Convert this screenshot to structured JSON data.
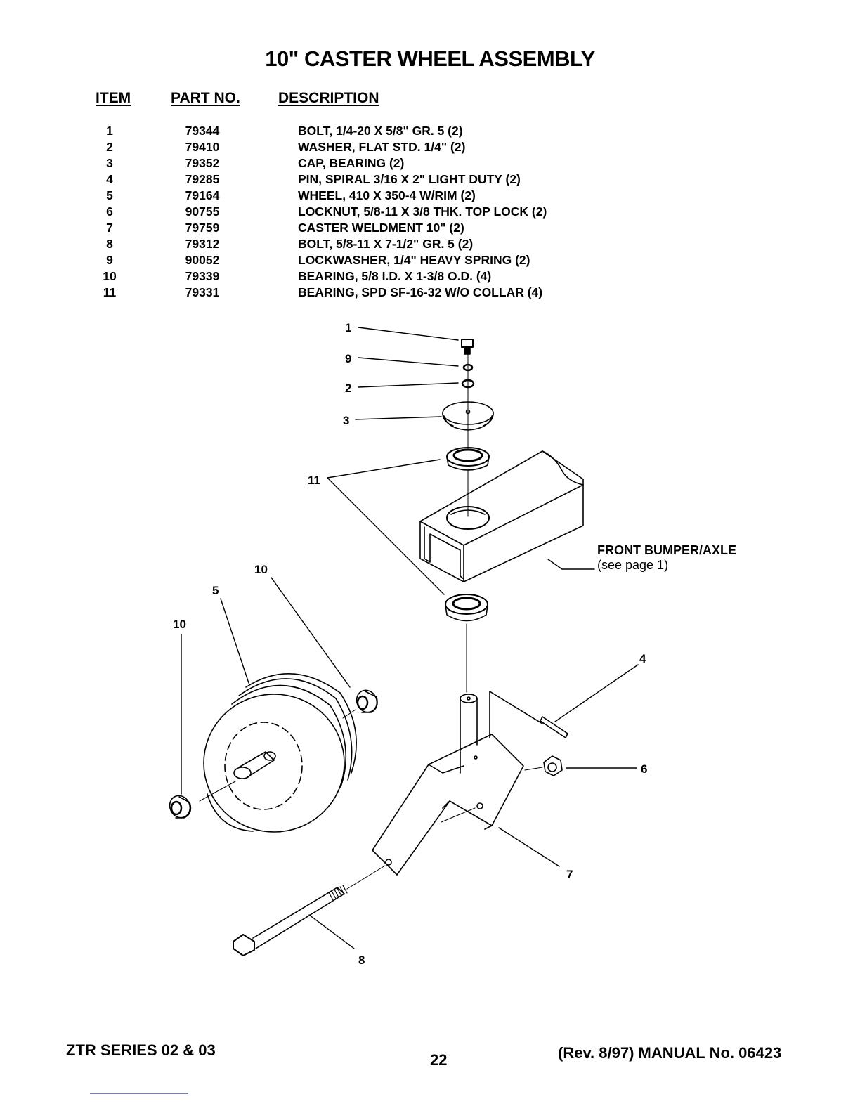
{
  "title": "10\" CASTER WHEEL ASSEMBLY",
  "headers": {
    "item": "ITEM",
    "part_no": "PART NO.",
    "description": "DESCRIPTION"
  },
  "parts": [
    {
      "item": "1",
      "part": "79344",
      "desc": "BOLT, 1/4-20 X 5/8\" GR. 5  (2)"
    },
    {
      "item": "2",
      "part": "79410",
      "desc": "WASHER, FLAT STD. 1/4\"  (2)"
    },
    {
      "item": "3",
      "part": "79352",
      "desc": "CAP, BEARING  (2)"
    },
    {
      "item": "4",
      "part": "79285",
      "desc": "PIN, SPIRAL 3/16 X 2\" LIGHT DUTY  (2)"
    },
    {
      "item": "5",
      "part": "79164",
      "desc": "WHEEL, 410 X 350-4 W/RIM  (2)"
    },
    {
      "item": "6",
      "part": "90755",
      "desc": "LOCKNUT, 5/8-11 X 3/8 THK. TOP LOCK  (2)"
    },
    {
      "item": "7",
      "part": "79759",
      "desc": "CASTER WELDMENT 10\"  (2)"
    },
    {
      "item": "8",
      "part": "79312",
      "desc": "BOLT, 5/8-11 X 7-1/2\" GR. 5  (2)"
    },
    {
      "item": "9",
      "part": "90052",
      "desc": "LOCKWASHER, 1/4\" HEAVY SPRING  (2)"
    },
    {
      "item": "10",
      "part": "79339",
      "desc": "BEARING, 5/8 I.D. X 1-3/8 O.D.  (4)"
    },
    {
      "item": "11",
      "part": "79331",
      "desc": "BEARING, SPD SF-16-32 W/O COLLAR  (4)"
    }
  ],
  "callouts": {
    "c1": "1",
    "c9": "9",
    "c2": "2",
    "c3": "3",
    "c11": "11",
    "c10a": "10",
    "c5": "5",
    "c10b": "10",
    "c4": "4",
    "c6": "6",
    "c7": "7",
    "c8": "8"
  },
  "reference": {
    "line1": "FRONT BUMPER/AXLE",
    "line2": "(see page 1)"
  },
  "footer": {
    "left": "ZTR SERIES 02 & 03",
    "page": "22",
    "right": "(Rev. 8/97) MANUAL No. 06423"
  }
}
